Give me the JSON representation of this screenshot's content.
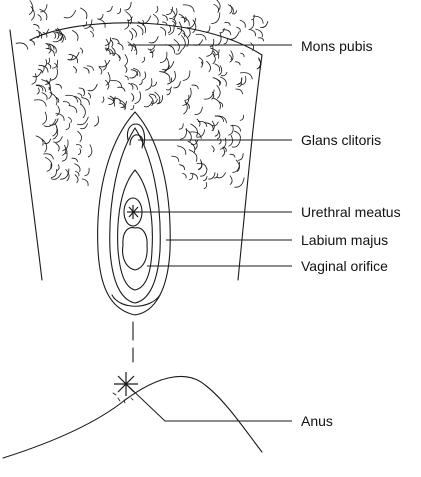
{
  "labels": {
    "mons_pubis": "Mons pubis",
    "glans_clitoris": "Glans clitoris",
    "urethral_meatus": "Urethral meatus",
    "labium_majus": "Labium majus",
    "vaginal_orifice": "Vaginal orifice",
    "anus": "Anus"
  },
  "colors": {
    "ink": "#1a1a1a",
    "background": "#ffffff"
  }
}
